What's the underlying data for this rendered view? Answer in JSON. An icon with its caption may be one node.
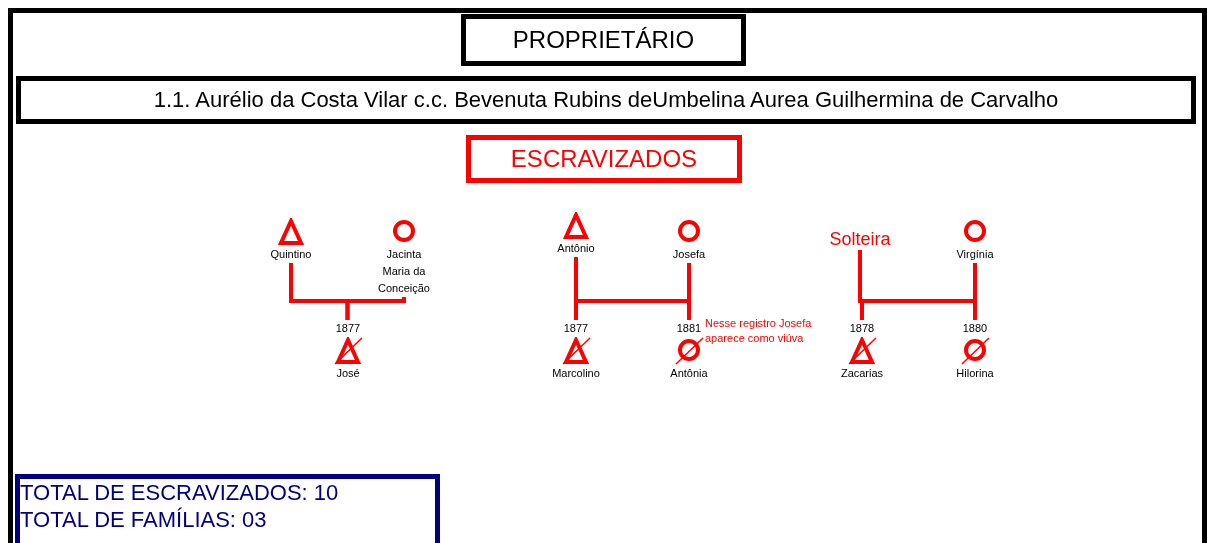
{
  "diagram": {
    "nodes": [
      {
        "text": [
          "PROPRIETÁRIO"
        ]
      },
      {
        "text": [
          "1.1. Aurélio da Costa Vilar c.c. Bevenuta Rubins deUmbelina Aurea Guilhermina de Carvalho"
        ]
      },
      {
        "text": [
          "ESCRAVIZADOS"
        ]
      },
      {
        "text": [],
        "shape": "triangle",
        "beside": [
          "Quintino"
        ]
      },
      {
        "text": [],
        "shape": "circle",
        "beside": [
          "Jacinta Maria da Conceição"
        ]
      },
      {
        "text": [],
        "shape": "triangle",
        "beside": [
          "Antônio"
        ]
      },
      {
        "text": [],
        "shape": "circle",
        "beside": [
          "Josefa"
        ]
      },
      {
        "text": [
          "Solteira"
        ]
      },
      {
        "text": [],
        "shape": "circle",
        "beside": [
          "Virgínia"
        ]
      },
      {
        "text": [],
        "shape": "triangle",
        "beside": [
          "1877",
          "José"
        ]
      },
      {
        "text": [],
        "shape": "triangle",
        "beside": [
          "1877",
          "Marcolino"
        ]
      },
      {
        "text": [],
        "shape": "circle",
        "beside": [
          "1881",
          "Antônia",
          "Nesse registro Josefa aparece como viúva"
        ]
      },
      {
        "text": [],
        "shape": "triangle",
        "beside": [
          "1878",
          "Zacarias"
        ]
      },
      {
        "text": [],
        "shape": "circle",
        "beside": [
          "1880",
          "Hilorina"
        ]
      },
      {
        "text": [
          "TOTAL DE ESCRAVIZADOS: 10",
          "TOTAL DE FAMÍLIAS: 03"
        ]
      }
    ],
    "edges": [
      {
        "from": 3,
        "to": 9,
        "arrow": "none"
      },
      {
        "from": 4,
        "to": 9,
        "arrow": "none"
      },
      {
        "from": 5,
        "to": 10,
        "arrow": "none"
      },
      {
        "from": 5,
        "to": 11,
        "arrow": "none"
      },
      {
        "from": 6,
        "to": 10,
        "arrow": "none"
      },
      {
        "from": 6,
        "to": 11,
        "arrow": "none"
      },
      {
        "from": 7,
        "to": 12,
        "arrow": "none"
      },
      {
        "from": 7,
        "to": 13,
        "arrow": "none"
      },
      {
        "from": 8,
        "to": 12,
        "arrow": "none"
      },
      {
        "from": 8,
        "to": 13,
        "arrow": "none"
      }
    ]
  }
}
